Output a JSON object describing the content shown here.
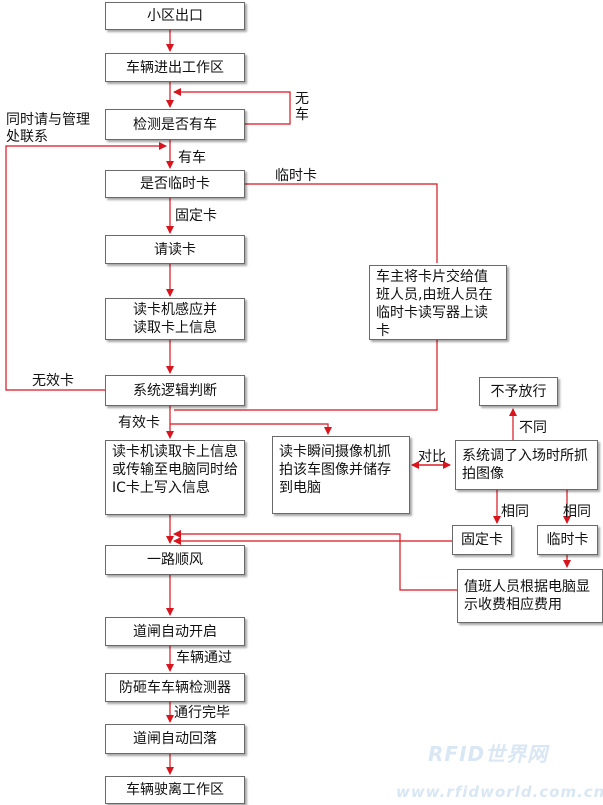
{
  "nodes": {
    "community_exit": "小区出口",
    "vehicle_enter_exit": "车辆进出工作区",
    "detect_vehicle": "检测是否有车",
    "is_temp_card": "是否临时卡",
    "please_read_card": "请读卡",
    "reader_sense": "读卡机感应并读取卡上信息",
    "logic_judge": "系统逻辑判断",
    "owner_handover": "车主将卡片交给值班人员,由班人员在临时卡读写器上读卡",
    "reader_write": "读卡机读取卡上信息或传输至电脑同时给IC卡上写入信息",
    "camera_capture": "读卡瞬间摄像机抓拍该车图像并储存到电脑",
    "system_retrieve": "系统调了入场时所抓拍图像",
    "deny_release": "不予放行",
    "fixed_card": "固定卡",
    "temp_card": "临时卡",
    "staff_fee": "值班人员根据电脑显示收费相应费用",
    "bon_voyage": "一路顺风",
    "gate_open": "道闸自动开启",
    "anti_smash": "防砸车车辆检测器",
    "gate_close": "道闸自动回落",
    "vehicle_leave": "车辆驶离工作区"
  },
  "edge_labels": {
    "no_vehicle": "无车",
    "contact_admin": "同时请与管理处联系",
    "has_vehicle": "有车",
    "temp_card": "临时卡",
    "fixed_card": "固定卡",
    "invalid_card": "无效卡",
    "valid_card": "有效卡",
    "compare": "对比",
    "mismatch": "不同",
    "match_fixed": "相同",
    "match_temp": "相同",
    "vehicle_pass": "车辆通过",
    "pass_complete": "通行完毕"
  },
  "watermark": {
    "brand": "RFID世界网",
    "url": "www.rfidworld.com.cn"
  },
  "colors": {
    "connector": "#d9141c",
    "border": "#6a6a6a",
    "watermark": "#d9e7f4"
  }
}
